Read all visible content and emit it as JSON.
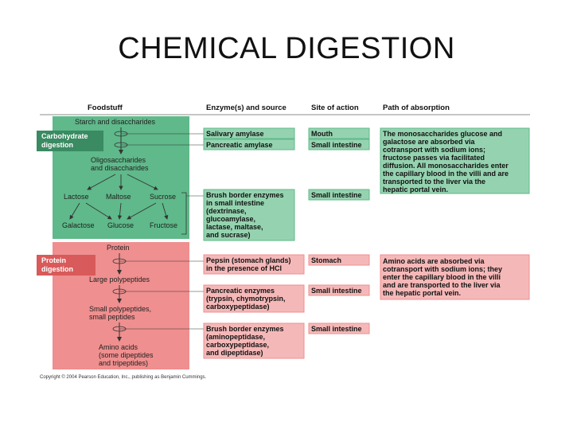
{
  "title": "CHEMICAL DIGESTION",
  "colors": {
    "carb_bg": "#5fb98a",
    "carb_box": "#95d3b0",
    "carb_label": "#3a8a62",
    "protein_bg": "#ef8f8f",
    "protein_box": "#f5b8b8",
    "protein_label": "#d85a5a",
    "divider": "#666666"
  },
  "headers": {
    "foodstuff": "Foodstuff",
    "enzyme": "Enzyme(s) and source",
    "site": "Site of action",
    "path": "Path of absorption"
  },
  "carbohydrate": {
    "label": [
      "Carbohydrate",
      "digestion"
    ],
    "starch": "Starch and disaccharides",
    "oligo": [
      "Oligosaccharides",
      "and disaccharides"
    ],
    "lactose": "Lactose",
    "maltose": "Maltose",
    "sucrose": "Sucrose",
    "galactose": "Galactose",
    "glucose": "Glucose",
    "fructose": "Fructose",
    "enzymes": [
      {
        "lines": [
          "Salivary amylase"
        ],
        "site": "Mouth"
      },
      {
        "lines": [
          "Pancreatic amylase"
        ],
        "site": "Small intestine"
      },
      {
        "lines": [
          "Brush border enzymes",
          "in small intestine",
          "(dextrinase,",
          "glucoamylase,",
          "lactase, maltase,",
          "and sucrase)"
        ],
        "site": "Small intestine"
      }
    ],
    "absorption": [
      "The monosaccharides glucose and",
      "galactose are absorbed via",
      "cotransport with sodium ions;",
      "fructose passes via facilitated",
      "diffusion. All monosaccharides enter",
      "the capillary blood in the villi and are",
      "transported to the liver via the",
      "hepatic portal vein."
    ]
  },
  "protein": {
    "label": [
      "Protein",
      "digestion"
    ],
    "protein": "Protein",
    "large": "Large polypeptides",
    "small": [
      "Small polypeptides,",
      "small peptides"
    ],
    "amino": [
      "Amino acids",
      "(some dipeptides",
      "and tripeptides)"
    ],
    "enzymes": [
      {
        "lines": [
          "Pepsin (stomach glands)",
          "in the presence of HCl"
        ],
        "site": "Stomach"
      },
      {
        "lines": [
          "Pancreatic enzymes",
          "(trypsin, chymotrypsin,",
          "carboxypeptidase)"
        ],
        "site": "Small intestine"
      },
      {
        "lines": [
          "Brush border enzymes",
          "(aminopeptidase,",
          "carboxypeptidase,",
          "and dipeptidase)"
        ],
        "site": "Small intestine"
      }
    ],
    "absorption": [
      "Amino acids are absorbed via",
      "cotransport with sodium ions; they",
      "enter the capillary blood in the villi",
      "and are transported to the liver via",
      "the hepatic portal vein."
    ]
  },
  "copyright": "Copyright © 2004 Pearson Education, Inc., publishing as Benjamin Cummings."
}
